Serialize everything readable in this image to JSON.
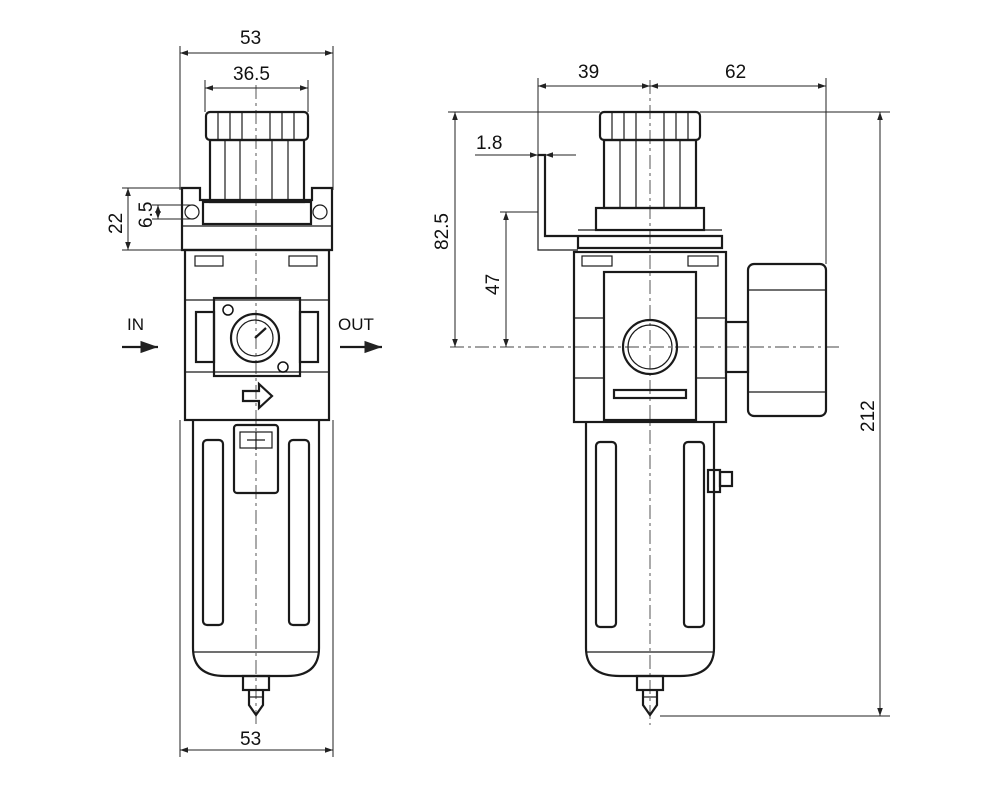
{
  "front_view": {
    "dims": {
      "overall_width_top": "53",
      "knob_width": "36.5",
      "bracket_height": "22",
      "bracket_hole": "6.5",
      "overall_width_bottom": "53"
    },
    "port_in_label": "IN",
    "port_out_label": "OUT"
  },
  "side_view": {
    "dims": {
      "left_to_center": "39",
      "center_to_gauge": "62",
      "bracket_thickness": "1.8",
      "top_to_port_center": "82.5",
      "bracket_to_port_center": "47",
      "overall_height": "212"
    }
  }
}
